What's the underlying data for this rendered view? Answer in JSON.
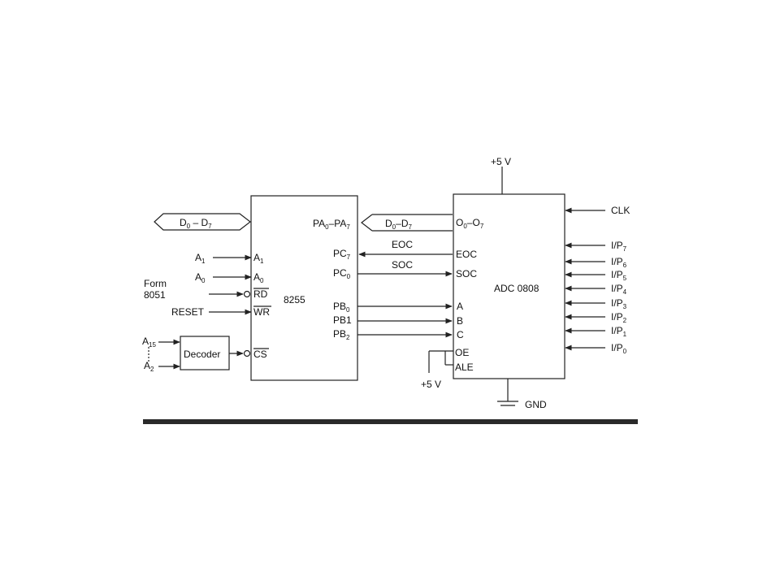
{
  "chip_8255": {
    "name": "8255"
  },
  "adc": {
    "name": "ADC 0808",
    "supply": "+5 V",
    "gnd": "GND",
    "oe_ale_supply": "+5 V"
  },
  "decoder": {
    "name": "Decoder"
  },
  "source": {
    "line1": "Form",
    "line2": "8051"
  },
  "bus": {
    "d": "D",
    "n0": "0",
    "dash": " – ",
    "n7": "7"
  },
  "pin_labels": {
    "a": "A",
    "sub1": "1",
    "sub0": "0",
    "sub15": "15",
    "sub2": "2",
    "rd": "RD",
    "wr": "WR",
    "cs": "CS",
    "reset": "RESET",
    "pa": "PA",
    "pc": "PC",
    "pb": "PB",
    "sub7": "7",
    "eoc": "EOC",
    "soc": "SOC",
    "o": "O",
    "b": "B",
    "c": "C",
    "oe": "OE",
    "ale": "ALE",
    "clk": "CLK",
    "ip": "I/P",
    "sub6": "6",
    "sub5": "5",
    "sub4": "4",
    "sub3": "3"
  },
  "colors": {
    "line": "#222222",
    "bottom_bar": "#2a2a2a"
  }
}
